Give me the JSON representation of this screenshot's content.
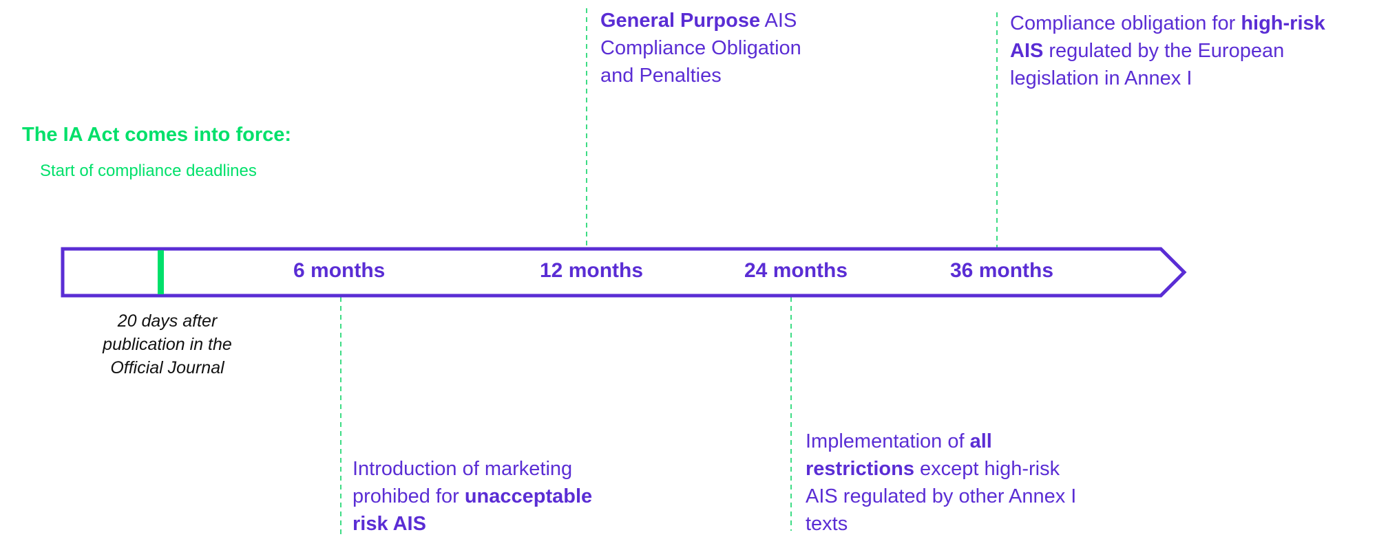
{
  "colors": {
    "accent": "#5a2dd4",
    "start": "#00e06a",
    "guide": "#3ddc84",
    "note": "#111111"
  },
  "start": {
    "title": "The IA Act comes into force:",
    "subtitle": "Start of compliance deadlines",
    "note_lines": [
      "20 days after",
      "publication in the",
      "Official Journal"
    ]
  },
  "timeline": {
    "months": [
      "6 months",
      "12 months",
      "24 months",
      "36 months"
    ]
  },
  "milestones": {
    "m12": {
      "bold": "General Purpose",
      "rest_line1": " AIS",
      "line2": "Compliance Obligation",
      "line3": "and Penalties"
    },
    "m36": {
      "line1_plain": "Compliance obligation for ",
      "line1_bold": "high-risk",
      "line2_bold": "AIS",
      "line2_plain": " regulated by the European",
      "line3": "legislation in Annex I"
    },
    "m6": {
      "line1": "Introduction of marketing",
      "line2_plain": "prohibed for ",
      "line2_bold": "unacceptable",
      "line3_bold": "risk AIS"
    },
    "m24": {
      "line1_plain": "Implementation of ",
      "line1_bold": "all",
      "line2_bold": "restrictions",
      "line2_plain": " except high-risk",
      "line3": "AIS regulated by other Annex I",
      "line4": "texts"
    }
  }
}
